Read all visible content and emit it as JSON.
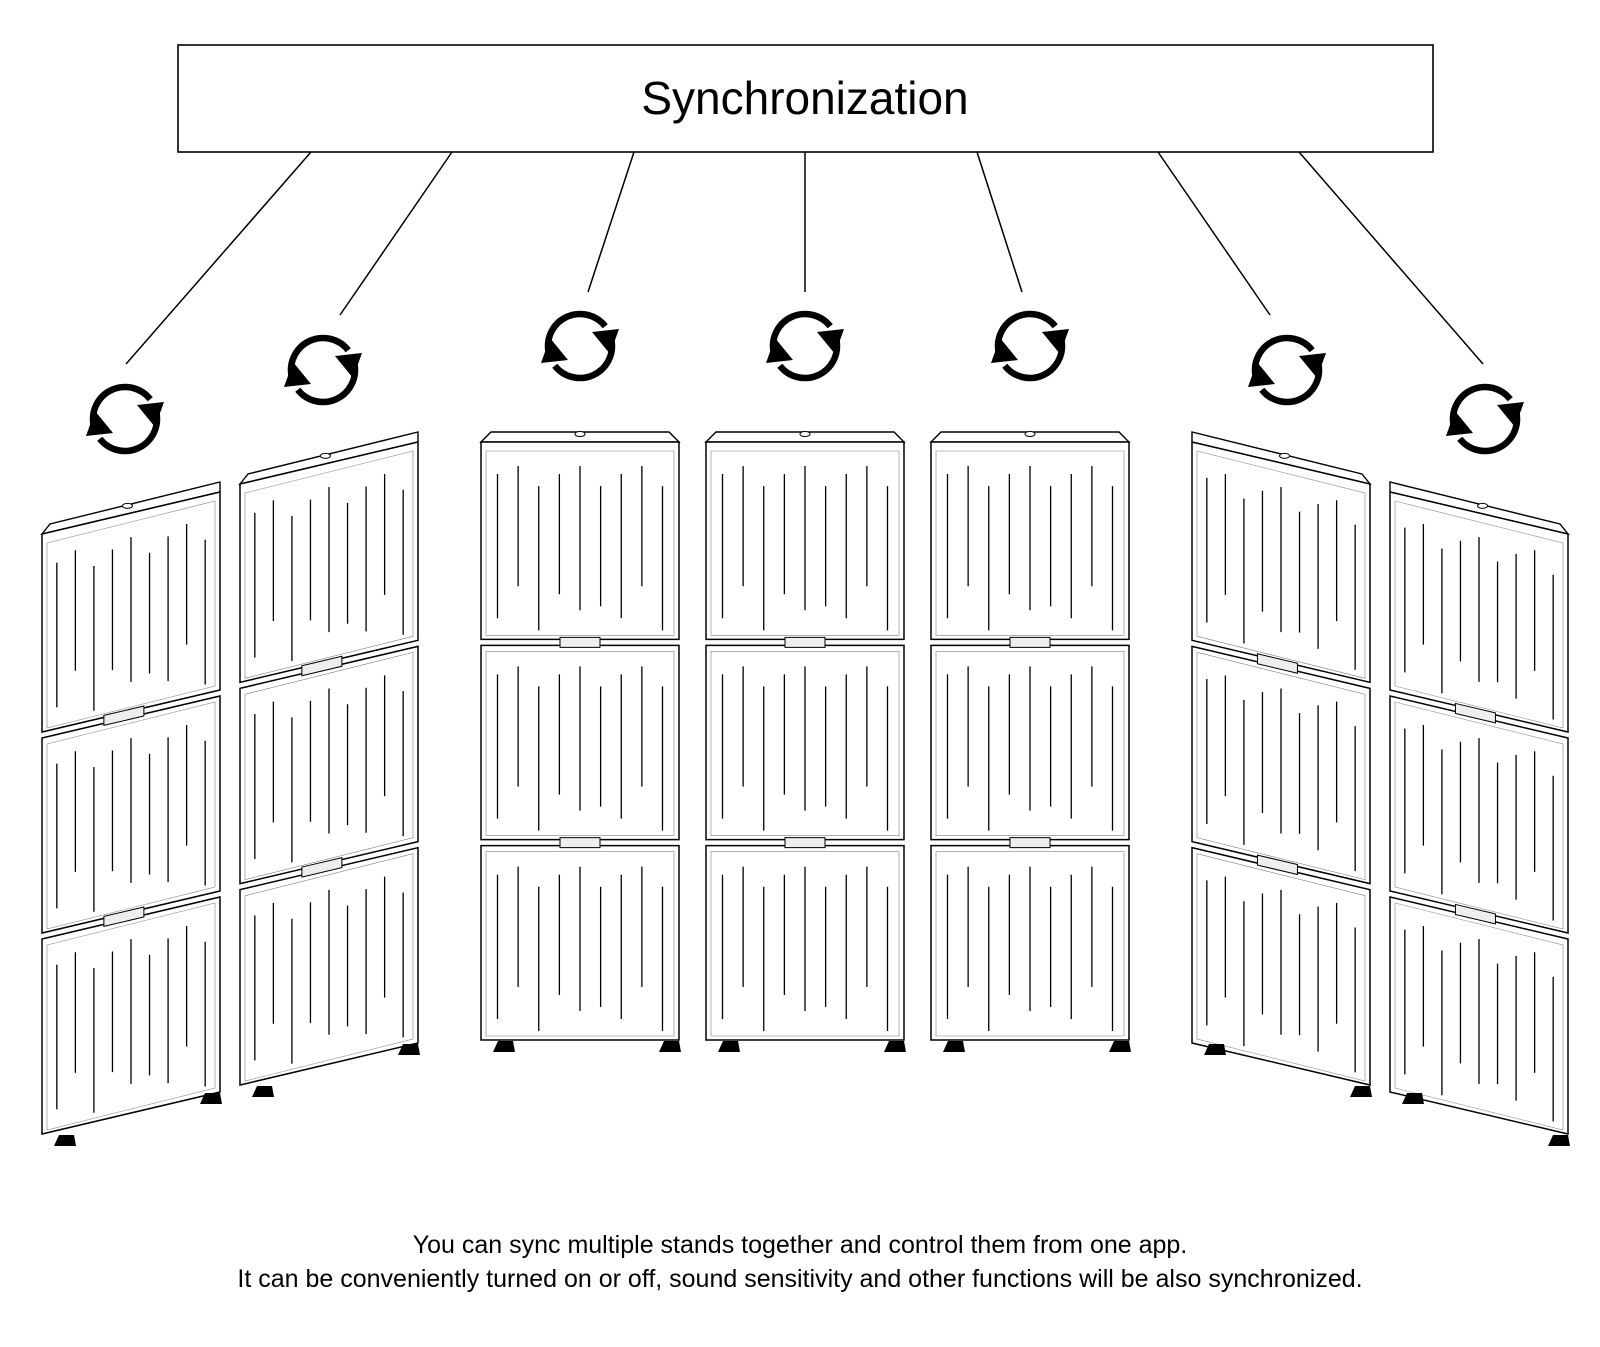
{
  "title": "Synchronization",
  "caption": {
    "line1": "You can sync multiple stands together and control them from one app.",
    "line2": "It can be conveniently turned on or off, sound sensitivity and other functions will be also synchronized."
  },
  "stands": [
    {
      "name": "stand-1",
      "orientation": "angled-left",
      "panels": 3
    },
    {
      "name": "stand-2",
      "orientation": "angled-left",
      "panels": 3
    },
    {
      "name": "stand-3",
      "orientation": "front",
      "panels": 3
    },
    {
      "name": "stand-4",
      "orientation": "front",
      "panels": 3
    },
    {
      "name": "stand-5",
      "orientation": "front",
      "panels": 3
    },
    {
      "name": "stand-6",
      "orientation": "angled-right",
      "panels": 3
    },
    {
      "name": "stand-7",
      "orientation": "angled-right",
      "panels": 3
    }
  ],
  "icons": {
    "sync": "sync-icon"
  },
  "colors": {
    "stroke": "#000000",
    "background": "#ffffff",
    "connector_fill": "#eeeeee"
  }
}
